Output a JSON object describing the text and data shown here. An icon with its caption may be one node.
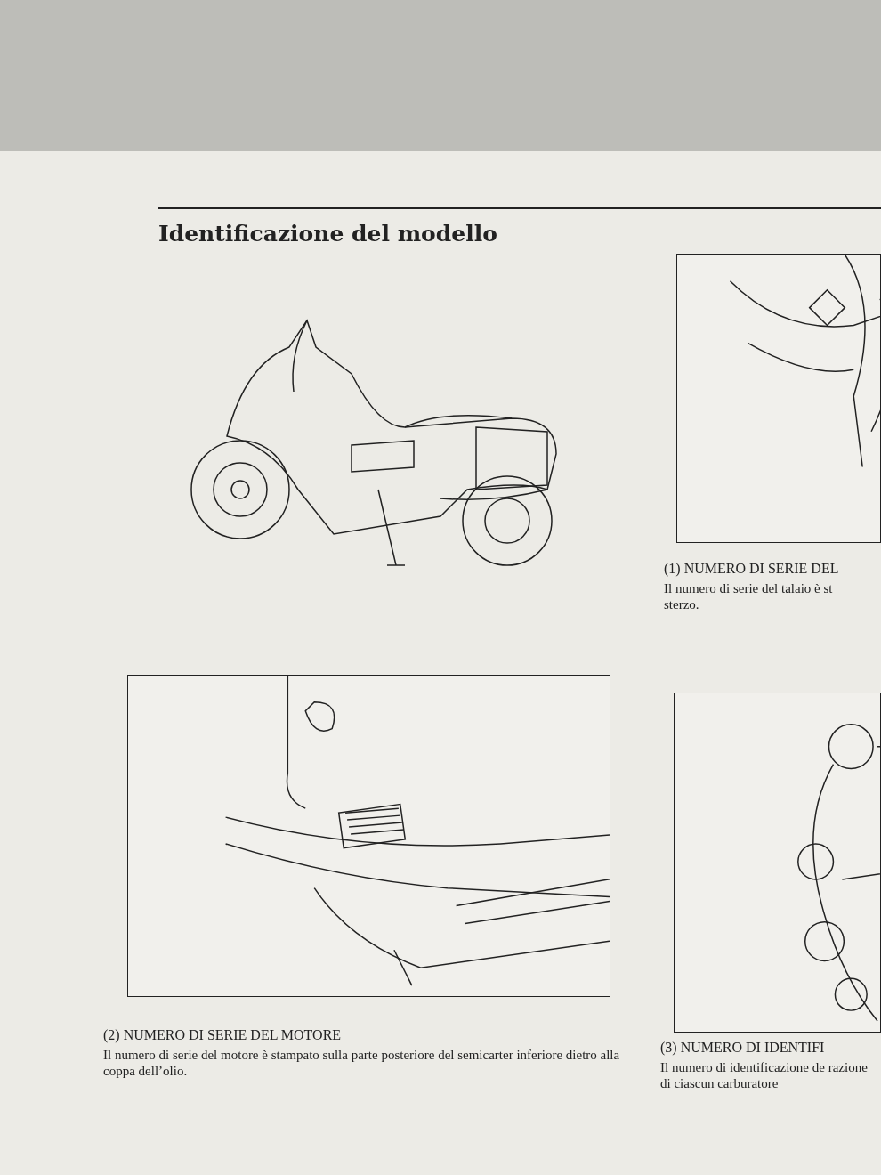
{
  "diagram": {
    "title": "Identificazione del modello",
    "nodes": [
      {
        "text": [
          "(1) NUMERO DI SERIE DEL",
          "Il numero di serie del talaio è st sterzo."
        ]
      },
      {
        "text": [
          "(2) NUMERO DI SERIE DEL MOTORE",
          "Il numero di serie del motore è stampato sulla parte posteriore del semicarter inferiore dietro alla coppa dell’olio."
        ]
      },
      {
        "text": [
          "(3) NUMERO DI IDENTIFI",
          "Il numero di identificazione de razione di ciascun carburatore"
        ]
      }
    ]
  }
}
